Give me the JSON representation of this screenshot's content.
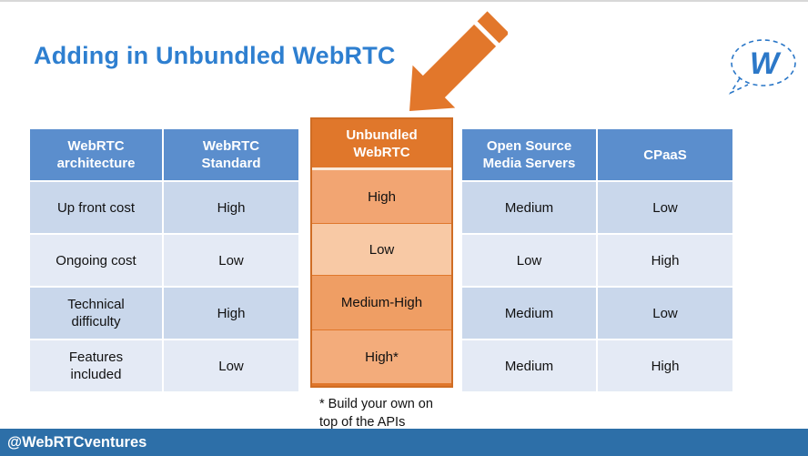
{
  "slide": {
    "title": "Adding in Unbundled WebRTC",
    "footnote_line1": "* Build your own on",
    "footnote_line2": "top of the APIs",
    "footer_handle": "@WebRTCventures"
  },
  "table": {
    "row_header": "WebRTC architecture",
    "rows": [
      "Up front cost",
      "Ongoing cost",
      "Technical difficulty",
      "Features included"
    ],
    "columns": [
      {
        "header": "WebRTC Standard",
        "values": [
          "High",
          "Low",
          "High",
          "Low"
        ]
      },
      {
        "header": "Unbundled WebRTC",
        "highlighted": true,
        "values": [
          "High",
          "Low",
          "Medium-High",
          "High*"
        ]
      },
      {
        "header": "Open Source Media Servers",
        "values": [
          "Medium",
          "Low",
          "Medium",
          "Medium"
        ]
      },
      {
        "header": "CPaaS",
        "values": [
          "Low",
          "High",
          "Low",
          "High"
        ]
      }
    ]
  },
  "icons": {
    "arrow": "down-left-arrow-icon",
    "logo": "webrtc-ventures-speech-bubble-logo"
  },
  "colors": {
    "title_blue": "#2e7fd0",
    "header_blue": "#5b8ecd",
    "row_blue": "#c9d7eb",
    "row_blue_light": "#e4eaf5",
    "orange": "#e0772b",
    "orange_cell_dark": "#ef9e64",
    "orange_cell_medium": "#f2a572",
    "orange_cell_light": "#f8c9a5",
    "footer_blue": "#2d6fa8",
    "logo_blue": "#2c78c8"
  }
}
